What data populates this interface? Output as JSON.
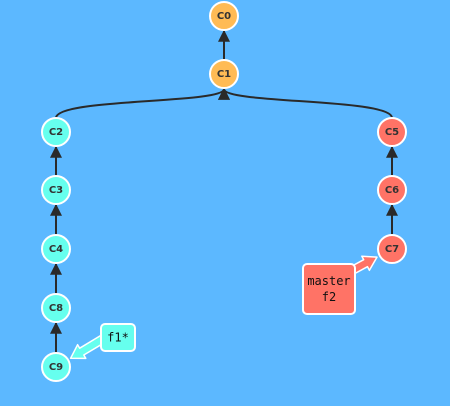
{
  "colors": {
    "background": "#5cb8ff",
    "edge": "#2a2a2a",
    "node_stroke": "#ffffff",
    "main_commit": "#ffbb55",
    "f1_commit": "#66ffee",
    "master_commit": "#ff7366",
    "f1_label_fill": "#66ffee",
    "f1_arrow": "#66ffee",
    "master_label_fill": "#ff7366",
    "master_arrow": "#ff7366"
  },
  "commits": [
    {
      "id": "C0",
      "label": "C0",
      "branch": "main"
    },
    {
      "id": "C1",
      "label": "C1",
      "branch": "main"
    },
    {
      "id": "C2",
      "label": "C2",
      "branch": "f1"
    },
    {
      "id": "C3",
      "label": "C3",
      "branch": "f1"
    },
    {
      "id": "C4",
      "label": "C4",
      "branch": "f1"
    },
    {
      "id": "C8",
      "label": "C8",
      "branch": "f1"
    },
    {
      "id": "C9",
      "label": "C9",
      "branch": "f1"
    },
    {
      "id": "C5",
      "label": "C5",
      "branch": "master"
    },
    {
      "id": "C6",
      "label": "C6",
      "branch": "master"
    },
    {
      "id": "C7",
      "label": "C7",
      "branch": "master"
    }
  ],
  "edges": [
    {
      "from": "C1",
      "to": "C0"
    },
    {
      "from": "C2",
      "to": "C1"
    },
    {
      "from": "C5",
      "to": "C1"
    },
    {
      "from": "C3",
      "to": "C2"
    },
    {
      "from": "C4",
      "to": "C3"
    },
    {
      "from": "C8",
      "to": "C4"
    },
    {
      "from": "C9",
      "to": "C8"
    },
    {
      "from": "C6",
      "to": "C5"
    },
    {
      "from": "C7",
      "to": "C6"
    }
  ],
  "branches": [
    {
      "id": "f1",
      "lines": [
        "f1*"
      ],
      "target": "C9"
    },
    {
      "id": "master",
      "lines": [
        "master",
        "f2"
      ],
      "target": "C7"
    }
  ]
}
